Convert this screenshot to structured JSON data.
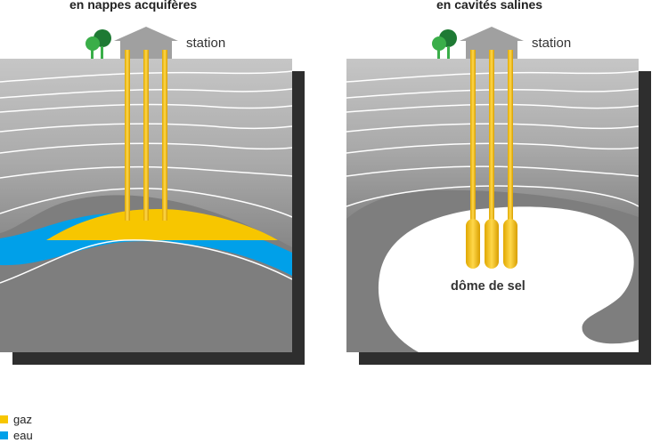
{
  "titles": {
    "left": "en nappes acquifères",
    "right": "en cavités salines"
  },
  "station_label": "station",
  "dome_label": "dôme de sel",
  "legend": [
    {
      "label": "gaz",
      "color": "#f7c600"
    },
    {
      "label": "eau",
      "color": "#00a0e9"
    }
  ],
  "colors": {
    "gas": "#f7c600",
    "water": "#00a0e9",
    "rock_light": "#bcbcbc",
    "rock_mid": "#a6a6a6",
    "rock_dark": "#7e7e7e",
    "salt": "#ffffff",
    "tree": "#3aae49",
    "tree_dark": "#1e7a34",
    "building": "#a0a0a0",
    "pipe": "#f5c000"
  }
}
